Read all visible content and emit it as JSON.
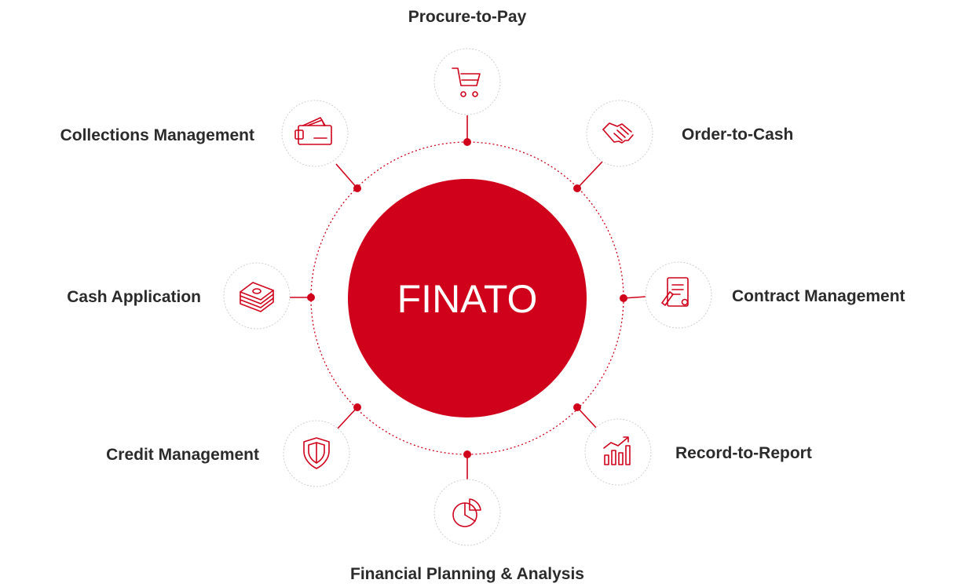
{
  "colors": {
    "accent": "#d0021b",
    "text": "#2b2b2b",
    "icon_ring": "#cfcfcf"
  },
  "center": {
    "title": "FINATO"
  },
  "nodes": [
    {
      "id": "procure",
      "label": "Procure-to-Pay",
      "icon": "shopping-cart-icon"
    },
    {
      "id": "order",
      "label": "Order-to-Cash",
      "icon": "handshake-icon"
    },
    {
      "id": "contract",
      "label": "Contract Management",
      "icon": "contract-document-icon"
    },
    {
      "id": "record",
      "label": "Record-to-Report",
      "icon": "bar-chart-icon"
    },
    {
      "id": "fpa",
      "label": "Financial Planning & Analysis",
      "icon": "pie-chart-icon"
    },
    {
      "id": "credit",
      "label": "Credit Management",
      "icon": "shield-icon"
    },
    {
      "id": "cashapp",
      "label": "Cash Application",
      "icon": "cash-stack-icon"
    },
    {
      "id": "collections",
      "label": "Collections Management",
      "icon": "wallet-icon"
    }
  ]
}
